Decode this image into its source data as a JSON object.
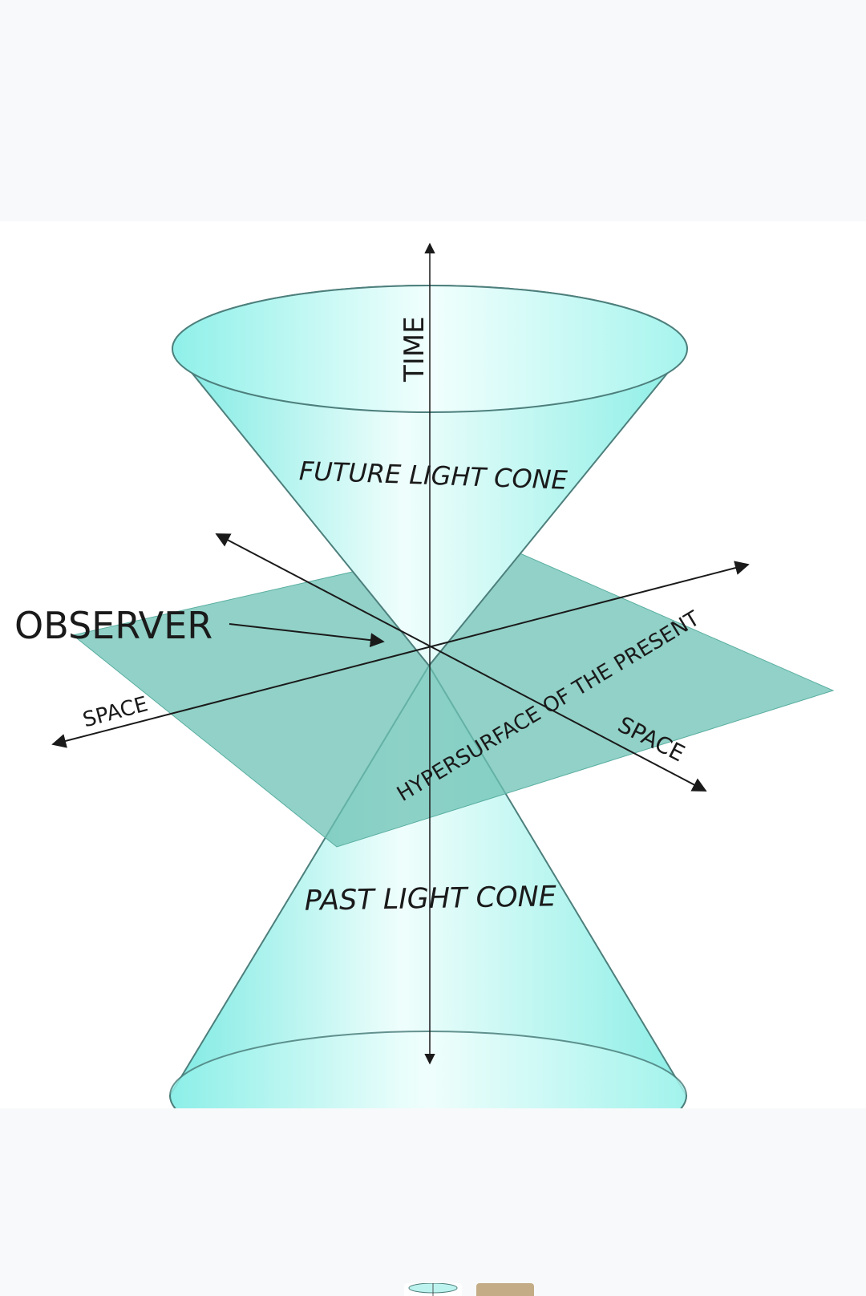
{
  "diagram": {
    "axis_time_label": "TIME",
    "future_cone_label": "FUTURE LIGHT CONE",
    "past_cone_label": "PAST LIGHT CONE",
    "observer_label": "OBSERVER",
    "hypersurface_label": "HYPERSURFACE OF THE PRESENT",
    "space_label_left": "SPACE",
    "space_label_right": "SPACE",
    "colors": {
      "cone_fill": "#bdf3ef",
      "cone_edge": "#4d7f7c",
      "plane_fill": "#6cc2b4",
      "axis": "#1a1a1a"
    }
  },
  "gallery": {
    "thumbnails": [
      "light-cone-thumbnail",
      "tan-image-thumbnail"
    ]
  }
}
